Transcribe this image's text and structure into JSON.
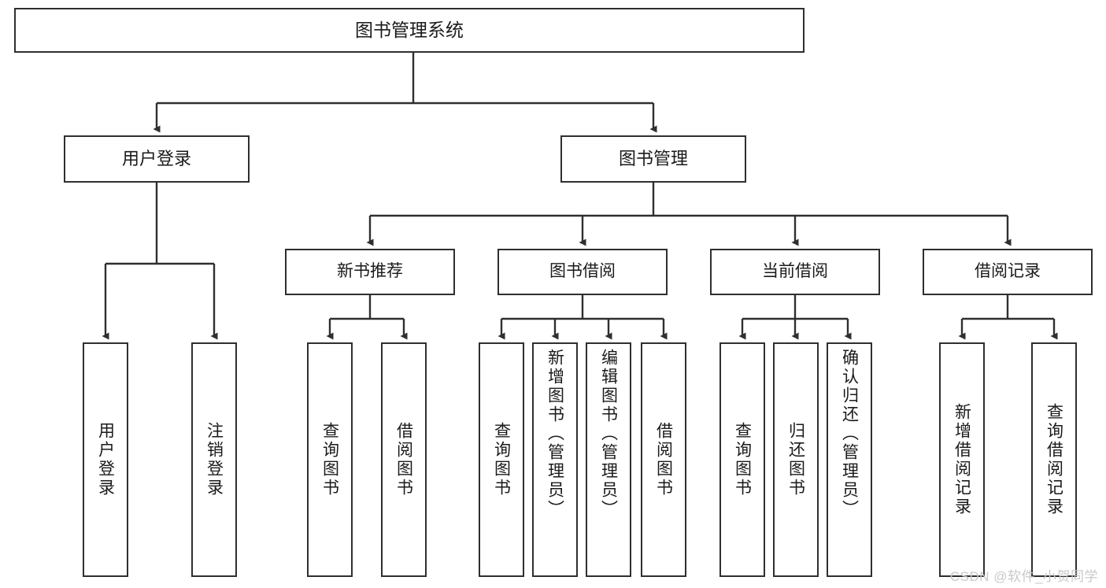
{
  "diagram": {
    "title": "图书管理系统",
    "watermark": "CSDN @软件_小贺同学",
    "line_color": "#2f2f2f",
    "box_fill": "#ffffff",
    "text_color": "#1a1a1a",
    "nodes": {
      "root": {
        "label": "图书管理系统"
      },
      "level1": [
        {
          "label": "用户登录"
        },
        {
          "label": "图书管理"
        }
      ],
      "level2": [
        {
          "label": "新书推荐"
        },
        {
          "label": "图书借阅"
        },
        {
          "label": "当前借阅"
        },
        {
          "label": "借阅记录"
        }
      ],
      "leaves": {
        "user_login": [
          {
            "label": "用户登录"
          },
          {
            "label": "注销登录"
          }
        ],
        "new_book_recommend": [
          {
            "label": "查询图书"
          },
          {
            "label": "借阅图书"
          }
        ],
        "book_borrow": [
          {
            "label": "查询图书"
          },
          {
            "label": "新增图书（管理员）"
          },
          {
            "label": "编辑图书（管理员）"
          },
          {
            "label": "借阅图书"
          }
        ],
        "current_borrow": [
          {
            "label": "查询图书"
          },
          {
            "label": "归还图书"
          },
          {
            "label": "确认归还（管理员）"
          }
        ],
        "borrow_record": [
          {
            "label": "新增借阅记录"
          },
          {
            "label": "查询借阅记录"
          }
        ]
      }
    }
  }
}
